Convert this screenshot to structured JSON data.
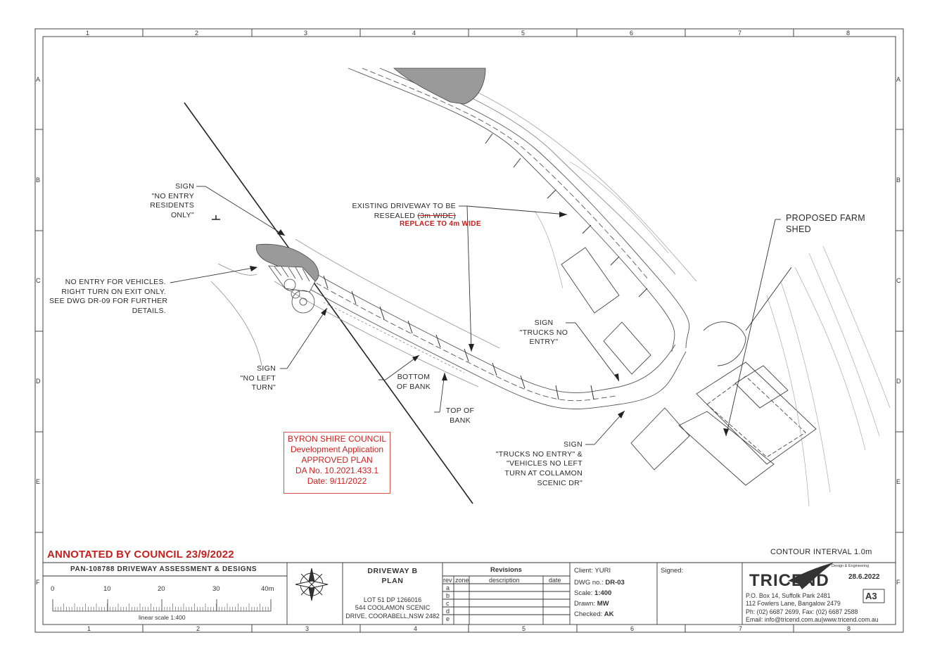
{
  "grid": {
    "columns": [
      "1",
      "2",
      "3",
      "4",
      "5",
      "6",
      "7",
      "8"
    ],
    "rows": [
      "A",
      "B",
      "C",
      "D",
      "E",
      "F"
    ]
  },
  "callouts": {
    "sign_no_entry_residents": [
      "SIGN",
      "\"NO ENTRY",
      "RESIDENTS",
      "ONLY\""
    ],
    "no_entry_vehicles": [
      "NO ENTRY FOR VEHICLES.",
      "RIGHT TURN ON EXIT ONLY.",
      "SEE DWG DR-09 FOR FURTHER",
      "DETAILS."
    ],
    "sign_no_left_turn": [
      "SIGN",
      "\"NO LEFT",
      "TURN\""
    ],
    "existing_driveway": [
      "EXISTING DRIVEWAY TO BE",
      "RESEALED"
    ],
    "existing_driveway_struck": "(3m WIDE)",
    "replace_note": "REPLACE TO 4m WIDE",
    "bottom_of_bank": [
      "BOTTOM",
      "OF BANK"
    ],
    "top_of_bank": [
      "TOP OF",
      "BANK"
    ],
    "sign_trucks_no_entry": [
      "SIGN",
      "\"TRUCKS NO",
      "ENTRY\""
    ],
    "sign_trucks_vehicles": [
      "SIGN",
      "\"TRUCKS NO ENTRY\" &",
      "\"VEHICLES NO LEFT",
      "TURN AT COLLAMON",
      "SCENIC DR\""
    ],
    "proposed_farm_shed": [
      "PROPOSED FARM",
      "SHED"
    ],
    "contour_interval": "CONTOUR INTERVAL 1.0m"
  },
  "stamp": {
    "lines": [
      "BYRON SHIRE COUNCIL",
      "Development Application",
      "APPROVED PLAN",
      "DA No. 10.2021.433.1",
      "Date: 9/11/2022"
    ]
  },
  "annotation": "ANNOTATED BY COUNCIL 23/9/2022",
  "title_block": {
    "project": "PAN-108788 DRIVEWAY ASSESSMENT & DESIGNS",
    "scale_ticks": [
      "0",
      "10",
      "20",
      "30",
      "40m"
    ],
    "scale_caption": "linear scale 1:400",
    "drawing_title": [
      "DRIVEWAY B",
      "PLAN"
    ],
    "lot": [
      "LOT 51 DP 1266016",
      "544 COOLAMON SCENIC",
      "DRIVE, COORABELL,NSW 2482"
    ],
    "revisions_title": "Revisions",
    "rev_headers": [
      "rev",
      "zone",
      "description",
      "date"
    ],
    "rev_rows": [
      "a",
      "b",
      "c",
      "d",
      "e"
    ],
    "client_label": "Client:",
    "client": "YURI",
    "dwg_label": "DWG no.:",
    "dwg": "DR-03",
    "scale_label": "Scale:",
    "scale": "1:400",
    "drawn_label": "Drawn:",
    "drawn": "MW",
    "checked_label": "Checked:",
    "checked": "AK",
    "signed_label": "Signed:",
    "company": "TRICEND",
    "company_tag": "Design & Engineering",
    "date": "28.6.2022",
    "sheet": "A3",
    "address": [
      "P.O. Box 14, Suffolk Park 2481",
      "112 Fowlers Lane, Bangalow 2479",
      "Ph: (02) 6687 2699, Fax: (02) 6687 2588",
      "Email: info@tricend.com.au|www.tricend.com.au"
    ]
  },
  "colors": {
    "annotation_red": "#c81e1e",
    "stamp_red": "#cc2222",
    "line": "#333333"
  }
}
